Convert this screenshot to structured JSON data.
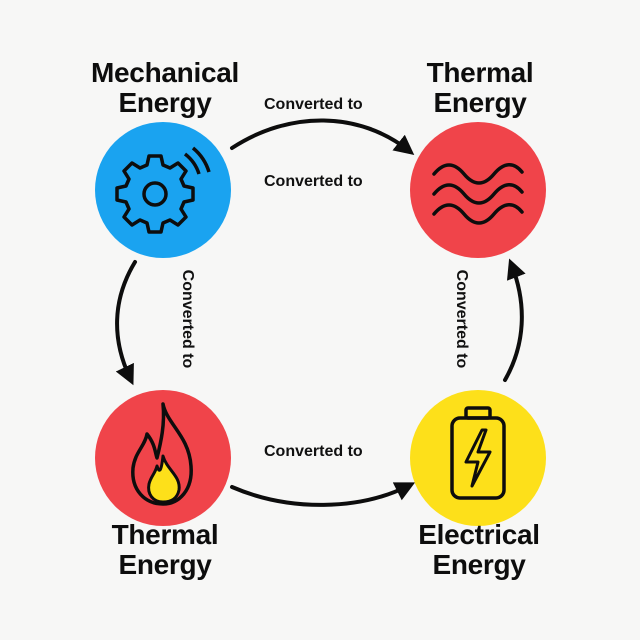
{
  "nodes": {
    "mechanical": {
      "title_line1": "Mechanical",
      "title_line2": "Energy",
      "color": "#1aa3f0",
      "icon": "gear-icon"
    },
    "thermal_top": {
      "title_line1": "Thermal",
      "title_line2": "Energy",
      "color": "#f0444a",
      "icon": "heat-waves-icon"
    },
    "thermal_bottom": {
      "title_line1": "Thermal",
      "title_line2": "Energy",
      "color": "#f0444a",
      "icon": "flame-icon"
    },
    "electrical": {
      "title_line1": "Electrical",
      "title_line2": "Energy",
      "color": "#fde01a",
      "icon": "battery-icon"
    }
  },
  "edges": {
    "top_arrow_label": "Converted to",
    "middle_label": "Converted to",
    "left_arrow_label": "Converted to",
    "right_arrow_label": "Converted to",
    "bottom_arrow_label": "Converted to"
  }
}
